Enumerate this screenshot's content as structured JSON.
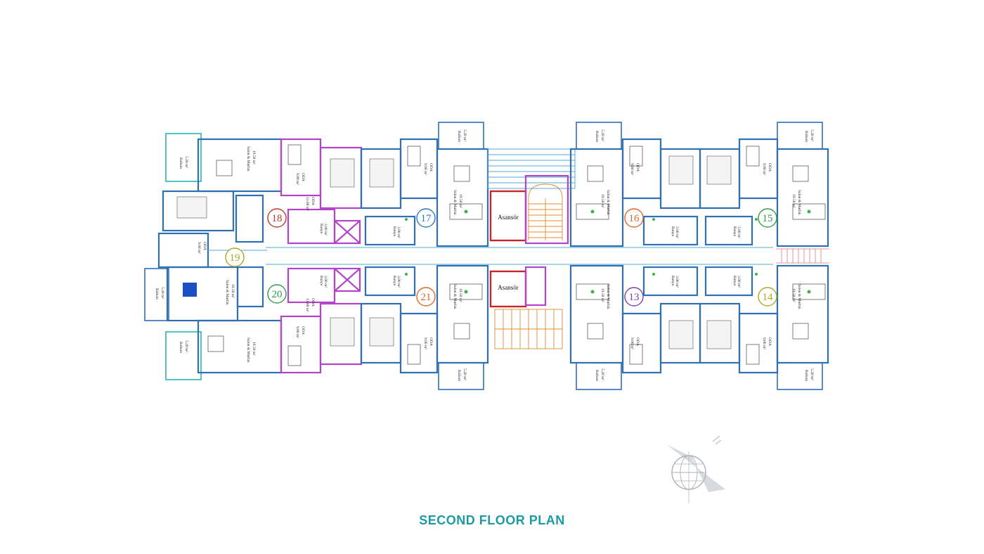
{
  "title": "SECOND FLOOR PLAN",
  "colors": {
    "title": "#1d9aa3",
    "walls": "#2f6fb5",
    "purple_unit_walls": "#b443c9",
    "elevator": "#c7262c",
    "stairs": "#e08a2a"
  },
  "common_areas": {
    "elevator_top": "Asansör",
    "elevator_bottom": "Asansör"
  },
  "apartments": [
    {
      "number": "18",
      "color": "#c0392b"
    },
    {
      "number": "17",
      "color": "#2f78c4"
    },
    {
      "number": "16",
      "color": "#e0672a"
    },
    {
      "number": "15",
      "color": "#2f9e4a"
    },
    {
      "number": "19",
      "color": "#a5ad1c"
    },
    {
      "number": "20",
      "color": "#2f9e4a"
    },
    {
      "number": "21",
      "color": "#e0672a"
    },
    {
      "number": "13",
      "color": "#7b3fb5"
    },
    {
      "number": "14",
      "color": "#a5ad1c"
    }
  ],
  "room_labels": {
    "balkon": "Balkon",
    "balkon_area": "5.20 m²",
    "salon": "Salon & Mutfak",
    "salon_area": "19.50 m²",
    "oda": "ODA",
    "oda_area_9": "9.00 m²",
    "oda_area_13": "13.00 m²",
    "banyo": "Banyo",
    "banyo_area": "3.00 m²"
  }
}
